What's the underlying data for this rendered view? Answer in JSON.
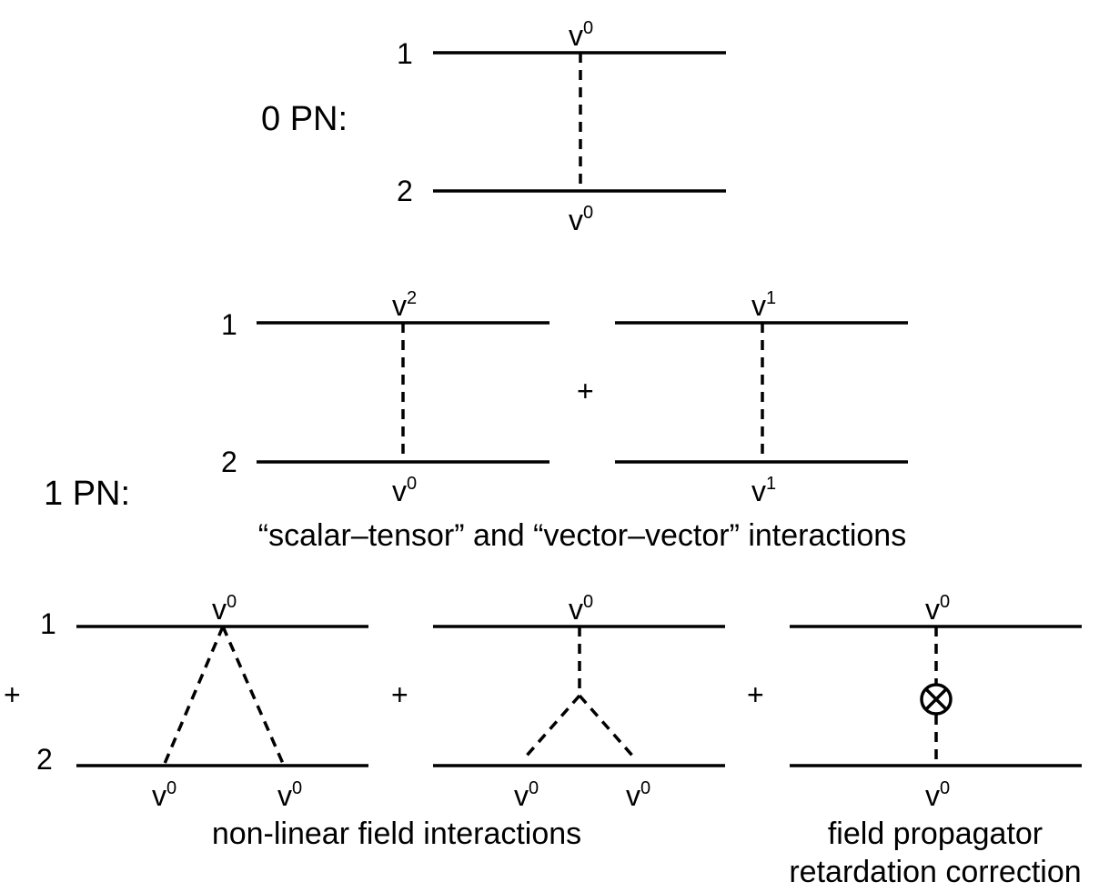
{
  "sections": {
    "pn0_label": "0 PN:",
    "pn1_label": "1 PN:"
  },
  "particles": {
    "one": "1",
    "two": "2"
  },
  "velocity": {
    "base": "v",
    "exp0": "0",
    "exp1": "1",
    "exp2": "2"
  },
  "operators": {
    "plus": "+"
  },
  "captions": {
    "scalar_vector": "“scalar–tensor” and “vector–vector” interactions",
    "nonlinear": "non-linear field interactions",
    "retardation_line1": "field propagator",
    "retardation_line2": "retardation correction"
  }
}
